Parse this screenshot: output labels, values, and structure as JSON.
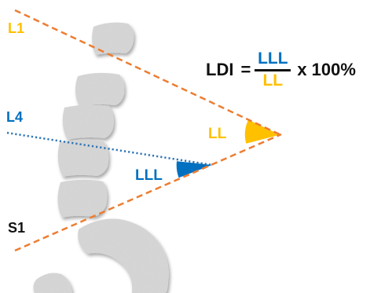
{
  "colors": {
    "orange_line": "#ED7D31",
    "blue_line": "#2E75B6",
    "angle_ll": "#FFC000",
    "angle_lll": "#0070C0",
    "l1_label": "#FFC000",
    "l4_label": "#0070C0",
    "text": "#111111",
    "bone_fill": "#D9D9D9"
  },
  "labels": {
    "l1": "L1",
    "l4": "L4",
    "s1": "S1",
    "angle_ll": "LL",
    "angle_lll": "LLL"
  },
  "formula": {
    "lhs": "LDI",
    "equals": "=",
    "numerator": "LLL",
    "denominator": "LL",
    "rhs": "x 100%"
  }
}
